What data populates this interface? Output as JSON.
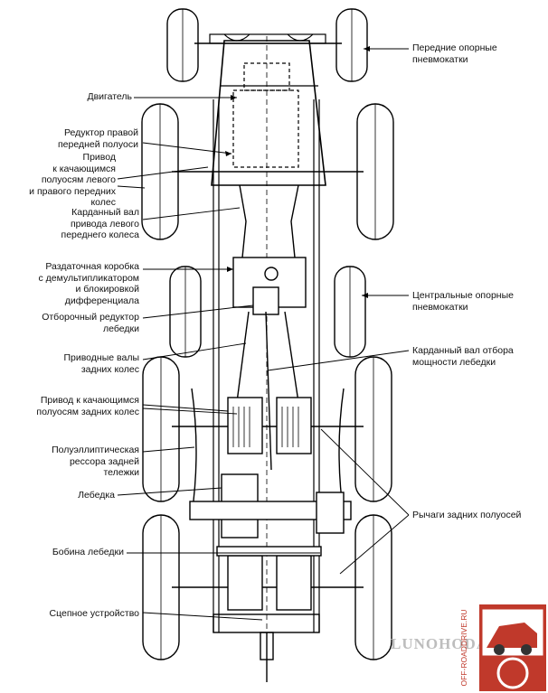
{
  "labels_left": [
    {
      "id": "engine",
      "text": "Двигатель"
    },
    {
      "id": "reducer_right_front",
      "text": "Редуктор правой\nпередней полуоси"
    },
    {
      "id": "drive_swing_front",
      "text": "Привод\nк качающимся\nполуосям левого\nи правого передних\nколес"
    },
    {
      "id": "cardan_left_front",
      "text": "Карданный вал\nпривода левого\nпереднего колеса"
    },
    {
      "id": "transfer_case",
      "text": "Раздаточная коробка\nс демультипликатором\nи блокировкой\nдифференциала"
    },
    {
      "id": "pto_reducer",
      "text": "Отборочный редуктор\nлебедки"
    },
    {
      "id": "drive_shafts_rear",
      "text": "Приводные валы\nзадних колес"
    },
    {
      "id": "drive_swing_rear",
      "text": "Привод к качающимся\nполуосям задних колес"
    },
    {
      "id": "spring_rear",
      "text": "Полуэллиптическая\nрессора задней\nтележки"
    },
    {
      "id": "winch",
      "text": "Лебедка"
    },
    {
      "id": "winch_drum",
      "text": "Бобина лебедки"
    },
    {
      "id": "hitch",
      "text": "Сцепное устройство"
    }
  ],
  "labels_right": [
    {
      "id": "front_tyres",
      "text": "Передние опорные\nпневмокатки"
    },
    {
      "id": "center_tyres",
      "text": "Центральные опорные\nпневмокатки"
    },
    {
      "id": "pto_cardan",
      "text": "Карданный вал отбора\nмощности лебедки"
    },
    {
      "id": "rear_levers",
      "text": "Рычаги задних полуосей"
    }
  ],
  "watermark": {
    "site_text": "LUNOHODA.NET",
    "vertical_text": "OFF-ROADDRIVE.RU",
    "logo_colors": {
      "red": "#c0392b",
      "gray": "#8a8a8a"
    }
  }
}
